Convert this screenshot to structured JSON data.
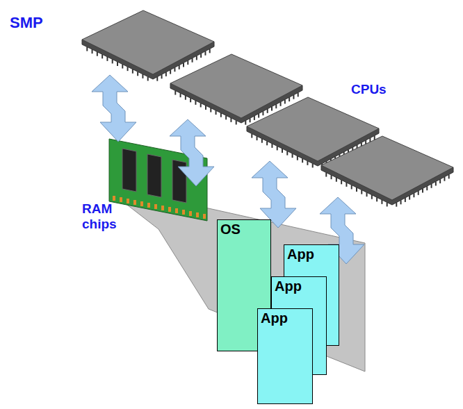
{
  "diagram": {
    "title": "SMP",
    "nodes": [
      {
        "text": [
          "OS"
        ]
      },
      {
        "text": [
          "App"
        ]
      },
      {
        "text": [
          "App"
        ]
      },
      {
        "text": [
          "App"
        ]
      }
    ],
    "labels": [
      "CPUs",
      "RAM chips"
    ]
  }
}
